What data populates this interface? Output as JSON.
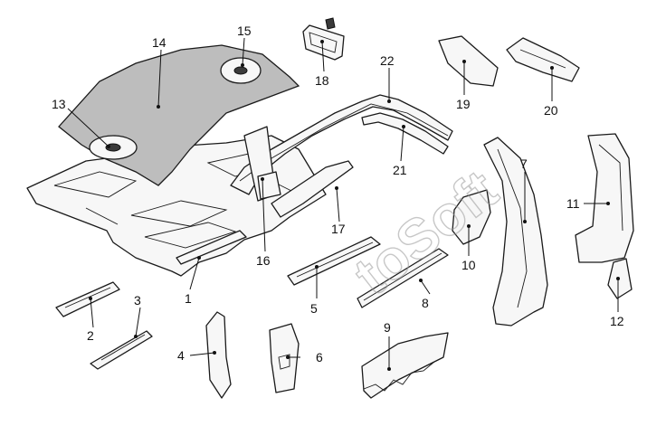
{
  "watermark": "toSoft",
  "callouts": [
    {
      "id": "c1",
      "text": "1"
    },
    {
      "id": "c2",
      "text": "2"
    },
    {
      "id": "c3",
      "text": "3"
    },
    {
      "id": "c4",
      "text": "4"
    },
    {
      "id": "c5",
      "text": "5"
    },
    {
      "id": "c6",
      "text": "6"
    },
    {
      "id": "c7",
      "text": "7"
    },
    {
      "id": "c8",
      "text": "8"
    },
    {
      "id": "c9",
      "text": "9"
    },
    {
      "id": "c10",
      "text": "10"
    },
    {
      "id": "c11",
      "text": "11"
    },
    {
      "id": "c12",
      "text": "12"
    },
    {
      "id": "c13",
      "text": "13"
    },
    {
      "id": "c14",
      "text": "14"
    },
    {
      "id": "c15",
      "text": "15"
    },
    {
      "id": "c16",
      "text": "16"
    },
    {
      "id": "c17",
      "text": "17"
    },
    {
      "id": "c18",
      "text": "18"
    },
    {
      "id": "c19",
      "text": "19"
    },
    {
      "id": "c20",
      "text": "20"
    },
    {
      "id": "c21",
      "text": "21"
    },
    {
      "id": "c22",
      "text": "22"
    }
  ]
}
